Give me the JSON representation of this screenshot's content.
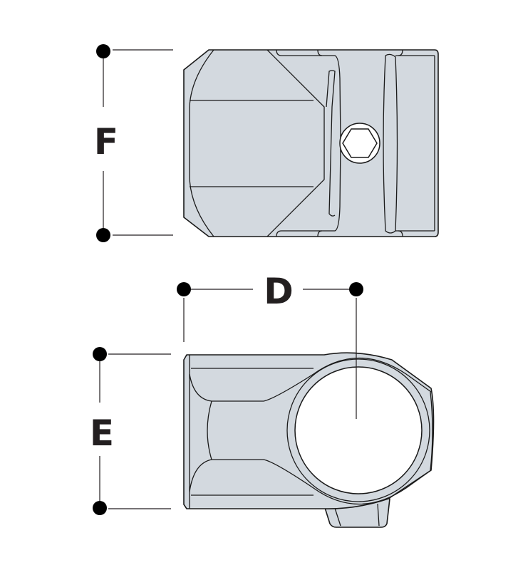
{
  "dimensions": {
    "F": "F",
    "D": "D",
    "E": "E"
  },
  "colors": {
    "part_fill": "#d3d9df",
    "outline": "#1a1a1a",
    "dimension": "#231f20"
  }
}
